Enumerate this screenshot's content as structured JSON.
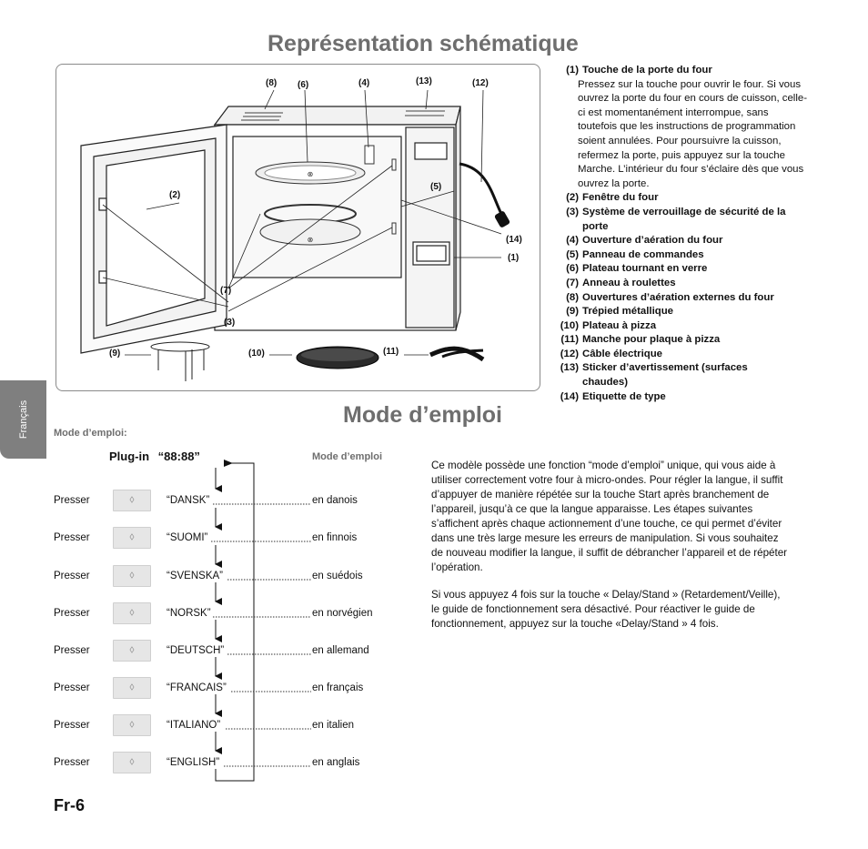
{
  "headings": {
    "schematic": "Représentation schématique",
    "mode": "Mode d’emploi"
  },
  "diagram_labels": {
    "l8": "(8)",
    "l6": "(6)",
    "l4": "(4)",
    "l13": "(13)",
    "l12": "(12)",
    "l2": "(2)",
    "l5": "(5)",
    "l14": "(14)",
    "l1": "(1)",
    "l7": "(7)",
    "l3": "(3)",
    "l9": "(9)",
    "l10": "(10)",
    "l11": "(11)"
  },
  "legend": {
    "items": [
      {
        "num": "(1)",
        "title": "Touche de la porte du four",
        "desc": "Pressez sur la touche pour ouvrir le four. Si vous ouvrez la porte du four en cours de cuisson, celle-ci est momentanément interrompue, sans toutefois que les instructions de programmation soient annulées. Pour poursuivre la cuisson, refermez la porte, puis appuyez sur la touche Marche. L’intérieur du four s’éclaire dès que vous ouvrez la porte."
      },
      {
        "num": "(2)",
        "title": "Fenêtre du four"
      },
      {
        "num": "(3)",
        "title": "Système de verrouillage de sécurité de la porte"
      },
      {
        "num": "(4)",
        "title": "Ouverture d’aération du four"
      },
      {
        "num": "(5)",
        "title": "Panneau de commandes"
      },
      {
        "num": "(6)",
        "title": "Plateau tournant en verre"
      },
      {
        "num": "(7)",
        "title": "Anneau à roulettes"
      },
      {
        "num": "(8)",
        "title": "Ouvertures d’aération externes du four"
      },
      {
        "num": "(9)",
        "title": "Trépied métallique"
      },
      {
        "num": "(10)",
        "title": "Plateau à pizza"
      },
      {
        "num": "(11)",
        "title": "Manche pour plaque à pizza"
      },
      {
        "num": "(12)",
        "title": "Câble électrique"
      },
      {
        "num": "(13)",
        "title": "Sticker d’avertissement (surfaces chaudes)"
      },
      {
        "num": "(14)",
        "title": "Etiquette de type"
      }
    ]
  },
  "side_tab": "Français",
  "mode": {
    "label": "Mode d’emploi:",
    "plugin": "Plug-in",
    "display": "“88:88”",
    "column_header": "Mode d’emploi",
    "rows": [
      {
        "action": "Presser",
        "name": "“DANSK”",
        "meaning": "en danois"
      },
      {
        "action": "Presser",
        "name": "“SUOMI”",
        "meaning": "en finnois"
      },
      {
        "action": "Presser",
        "name": "“SVENSKA”",
        "meaning": "en suédois"
      },
      {
        "action": "Presser",
        "name": "“NORSK”",
        "meaning": "en norvégien"
      },
      {
        "action": "Presser",
        "name": "“DEUTSCH”",
        "meaning": "en allemand"
      },
      {
        "action": "Presser",
        "name": "“FRANCAIS”",
        "meaning": "en français"
      },
      {
        "action": "Presser",
        "name": "“ITALIANO”",
        "meaning": "en italien"
      },
      {
        "action": "Presser",
        "name": "“ENGLISH”",
        "meaning": "en anglais"
      }
    ],
    "button_icon": "start-diamond-icon",
    "button_glyph": "◊"
  },
  "paragraphs": [
    "Ce modèle possède une fonction “mode d’emploi” unique, qui vous aide à utiliser correctement votre four à micro-ondes. Pour régler la langue, il suffit d’appuyer de manière répétée sur la touche Start après branchement de l’appareil, jusqu’à ce que la langue apparaisse. Les étapes suivantes s’affichent après chaque actionnement d’une touche, ce qui permet d’éviter dans une très large mesure les erreurs de manipulation. Si vous souhaitez de nouveau modifier la langue, il suffit de débrancher l’appareil et de répéter l’opération.",
    "Si vous appuyez 4 fois sur la touche « Delay/Stand » (Retardement/Veille), le guide de fonctionnement sera désactivé. Pour réactiver le guide de fonctionnement, appuyez sur la touche «Delay/Stand » 4 fois."
  ],
  "page_number": "Fr-6"
}
